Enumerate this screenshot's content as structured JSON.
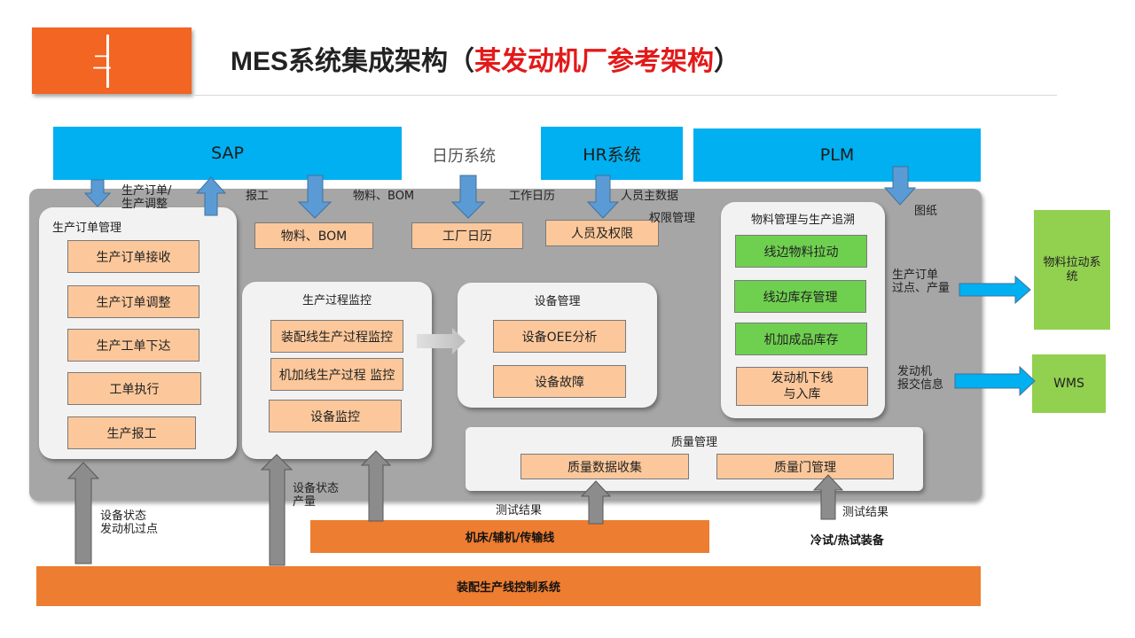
{
  "header": {
    "section_number": "二",
    "title_black": "MES系统集成架构（",
    "title_red": "某发动机厂参考架构",
    "title_end": "）"
  },
  "top_systems": {
    "sap": "SAP",
    "calendar": "日历系统",
    "hr": "HR系统",
    "plm": "PLM"
  },
  "flow_labels": {
    "order_adjust": "生产订单/\n生产调整",
    "report": "报工",
    "material_bom": "物料、BOM",
    "work_calendar": "工作日历",
    "personnel_data": "人员主数据",
    "permission_mgmt": "权限管理",
    "drawing": "图纸",
    "order_pass_output": "生产订单\n过点、产量",
    "engine_offline_info": "发动机\n报交信息",
    "equip_status_engine_pass": "设备状态\n发动机过点",
    "equip_status_output": "设备状态\n产量",
    "test_result_1": "测试结果",
    "test_result_2": "测试结果"
  },
  "small_boxes": {
    "material_bom": "物料、BOM",
    "factory_calendar": "工厂日历",
    "personnel_permission": "人员及权限"
  },
  "order_mgmt": {
    "title": "生产订单管理",
    "items": [
      "生产订单接收",
      "生产订单调整",
      "生产工单下达",
      "工单执行",
      "生产报工"
    ]
  },
  "process_monitor": {
    "title": "生产过程监控",
    "items": [
      "装配线生产过程监控",
      "机加线生产过程 监控",
      "设备监控"
    ]
  },
  "equipment_mgmt": {
    "title": "设备管理",
    "items": [
      "设备OEE分析",
      "设备故障"
    ]
  },
  "material_trace": {
    "title": "物料管理与生产追溯",
    "items": [
      "线边物料拉动",
      "线边库存管理",
      "机加成品库存"
    ],
    "last_item": "发动机下线\n与入库"
  },
  "quality_mgmt": {
    "title": "质量管理",
    "items": [
      "质量数据收集",
      "质量门管理"
    ]
  },
  "external": {
    "pull_system": "物料拉动系\n统",
    "wms": "WMS"
  },
  "bottom": {
    "machine_line": "机床/辅机/传输线",
    "cold_hot_test": "冷试/热试装备",
    "assembly_control": "装配生产线控制系统"
  },
  "colors": {
    "accent_orange": "#f26522",
    "title_red": "#e21a1a",
    "sky_blue": "#00b0f0",
    "box_orange": "#fcc89b",
    "box_green": "#6fd050",
    "ext_green": "#92d050",
    "bottom_orange": "#ed7d31",
    "arrow_blue": "#5b9bd5",
    "arrow_gray": "#8c8c8c"
  }
}
